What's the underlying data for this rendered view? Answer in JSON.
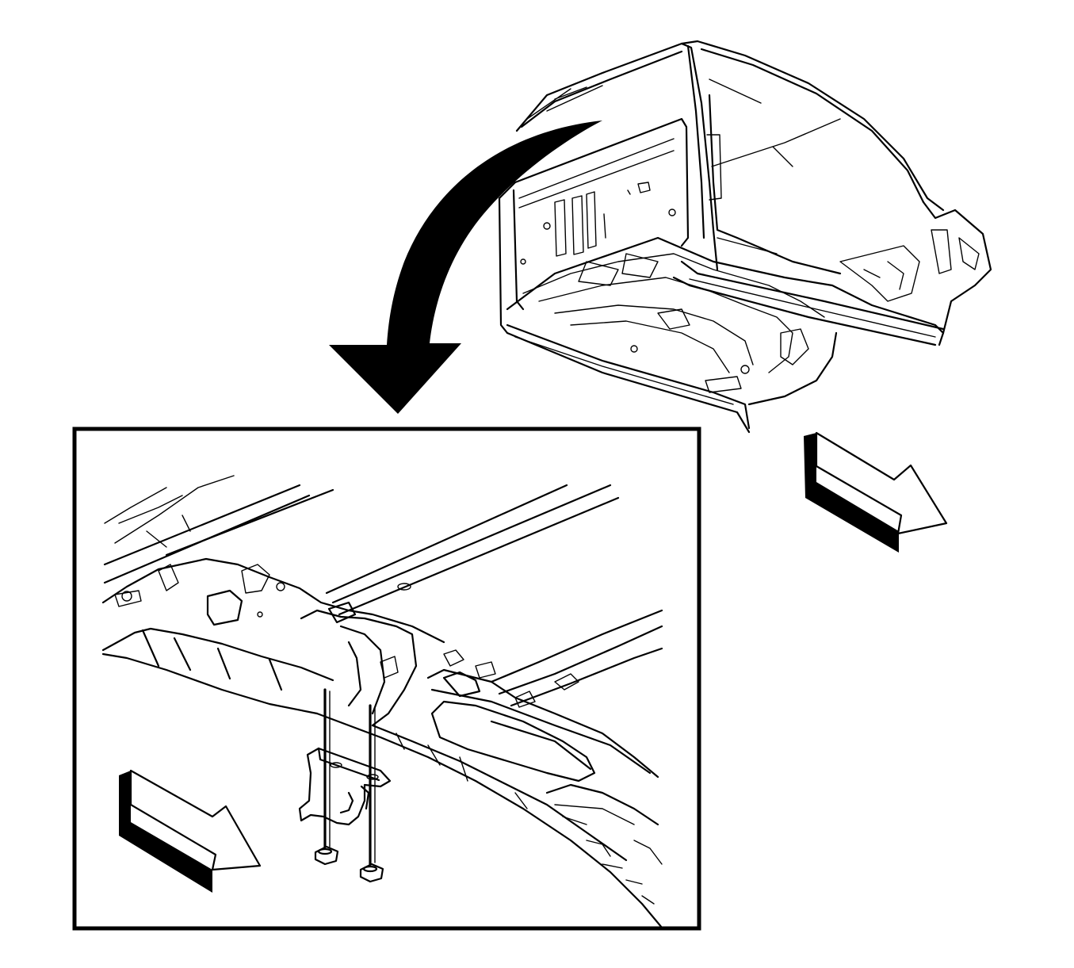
{
  "figure": {
    "colors": {
      "line": "#000000",
      "background": "#ffffff"
    },
    "components": [
      "vehicle-body-overview",
      "callout-arrow",
      "detail-inset",
      "mounting-bracket",
      "bolt",
      "forward-direction-arrow"
    ]
  }
}
